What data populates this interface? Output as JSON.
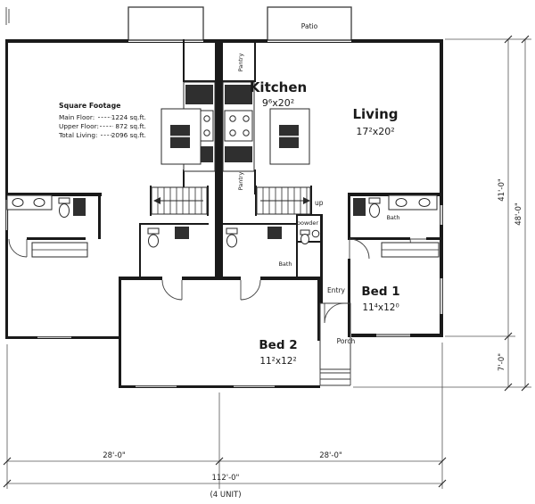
{
  "drawing": {
    "patio_label": "Patio",
    "rooms": {
      "kitchen": {
        "name": "Kitchen",
        "size": "9⁶x20²"
      },
      "living": {
        "name": "Living",
        "size": "17²x20²"
      },
      "bed1": {
        "name": "Bed 1",
        "size": "11⁴x12⁰"
      },
      "bed2": {
        "name": "Bed 2",
        "size": "11²x12²"
      }
    },
    "labels": {
      "pantry_top": "Pantry",
      "pantry_bottom": "Pantry",
      "bath_upper": "Bath",
      "bath_center": "Bath",
      "powder": "powder",
      "up": "up",
      "entry": "Entry",
      "porch": "Porch"
    },
    "square_footage": {
      "title": "Square Footage",
      "rows": [
        {
          "label": "Main Floor:",
          "value": "1224 sq.ft."
        },
        {
          "label": "Upper Floor:",
          "value": "872 sq.ft."
        },
        {
          "label": "Total Living:",
          "value": "2096 sq.ft."
        }
      ]
    },
    "dimensions": {
      "right_main": "41'-0\"",
      "right_porch": "7'-0\"",
      "right_overall": "48'-0\"",
      "bottom_left_unit": "28'-0\"",
      "bottom_right_unit": "28'-0\"",
      "bottom_overall": "112'-0\"",
      "units_note": "(4 UNIT)"
    },
    "colors": {
      "wall": "#1a1a1a",
      "dim_line": "#555555",
      "background": "#ffffff"
    }
  }
}
